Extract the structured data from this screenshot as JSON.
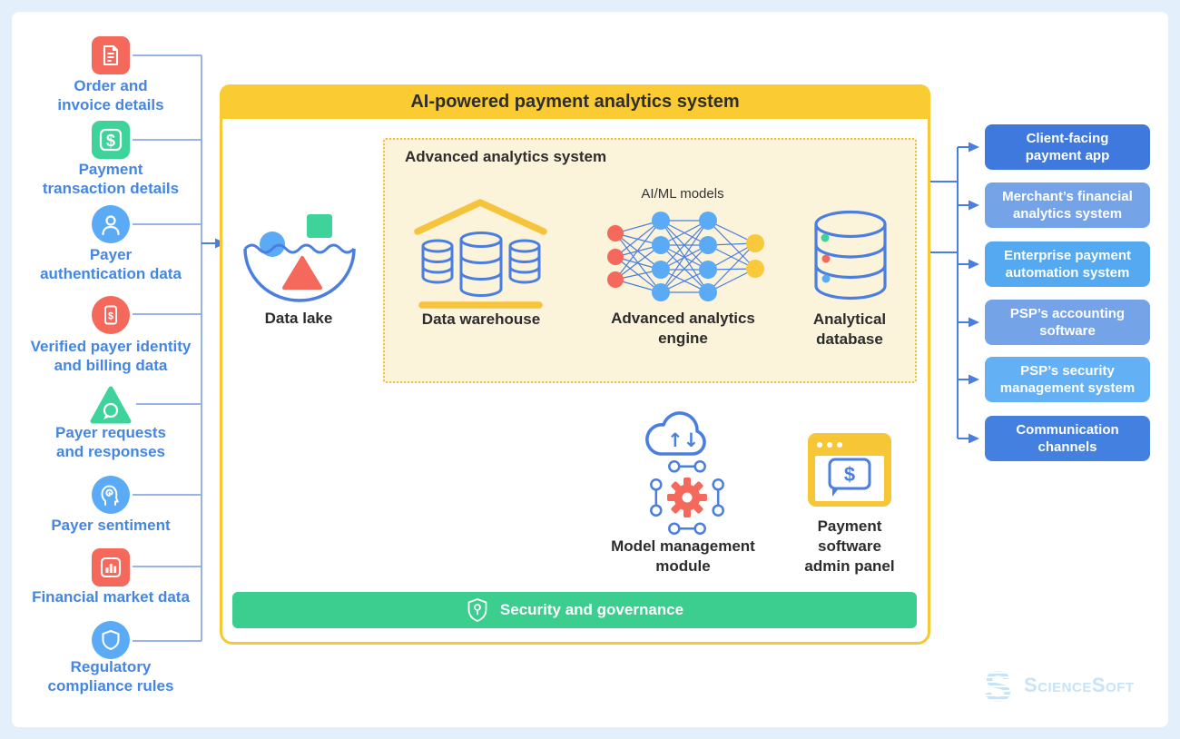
{
  "colors": {
    "background": "#e3f0fb",
    "card": "#ffffff",
    "line_blue": "#4a7ee0",
    "bus_blue_light": "#8aa9e6",
    "accent_yellow": "#f8c93b",
    "panel_yellow_fill": "#fcf3db",
    "green": "#3ed39a",
    "security_green": "#3cce8f",
    "coral": "#f4695b",
    "sky_blue": "#5baaf5",
    "label_blue": "#4486e2",
    "dark_text": "#2c2c2c"
  },
  "sources": {
    "items": [
      {
        "label": "Order and\ninvoice details",
        "icon": "document-icon",
        "color": "#f4695b",
        "shape": "rounded-square"
      },
      {
        "label": "Payment\ntransaction details",
        "icon": "dollar-icon",
        "color": "#3ed39a",
        "shape": "rounded-square"
      },
      {
        "label": "Payer\nauthentication data",
        "icon": "user-icon",
        "color": "#5baaf5",
        "shape": "circle"
      },
      {
        "label": "Verified payer identity\nand billing data",
        "icon": "billing-document-icon",
        "color": "#f4695b",
        "shape": "circle"
      },
      {
        "label": "Payer requests\nand responses",
        "icon": "chat-bubble-icon",
        "color": "#3ed39a",
        "shape": "triangle"
      },
      {
        "label": "Payer sentiment",
        "icon": "sentiment-head-icon",
        "color": "#5baaf5",
        "shape": "circle"
      },
      {
        "label": "Financial market data",
        "icon": "bar-chart-icon",
        "color": "#f4695b",
        "shape": "rounded-square"
      },
      {
        "label": "Regulatory\ncompliance rules",
        "icon": "shield-icon",
        "color": "#5baaf5",
        "shape": "circle"
      }
    ]
  },
  "system": {
    "title": "AI-powered payment analytics system",
    "subsystem_title": "Advanced analytics system",
    "nodes": {
      "data_lake": {
        "label": "Data lake",
        "icon": "data-lake-icon"
      },
      "data_warehouse": {
        "label": "Data warehouse",
        "icon": "warehouse-icon"
      },
      "analytics_engine": {
        "label": "Advanced analytics\nengine",
        "sublabel": "AI/ML models",
        "icon": "neural-network-icon"
      },
      "analytical_database": {
        "label": "Analytical\ndatabase",
        "icon": "database-icon"
      },
      "model_management": {
        "label": "Model management\nmodule",
        "icon": "cloud-gear-icon"
      },
      "admin_panel": {
        "label": "Payment\nsoftware\nadmin panel",
        "icon": "payment-window-icon"
      }
    },
    "security_bar": {
      "label": "Security and governance",
      "icon": "shield-pin-icon",
      "color": "#3cce8f"
    }
  },
  "consumers": {
    "items": [
      {
        "label": "Client-facing\npayment app",
        "color": "#4079dd"
      },
      {
        "label": "Merchant’s financial\nanalytics system",
        "color": "#74a3e8"
      },
      {
        "label": "Enterprise payment\nautomation system",
        "color": "#55a9f1"
      },
      {
        "label": "PSP’s accounting\nsoftware",
        "color": "#74a3e8"
      },
      {
        "label": "PSP’s security\nmanagement system",
        "color": "#63b0f4"
      },
      {
        "label": "Communication\nchannels",
        "color": "#4380e0"
      }
    ]
  },
  "branding": {
    "logo_text": "ScienceSoft",
    "logo_color": "#c5e4f9"
  }
}
